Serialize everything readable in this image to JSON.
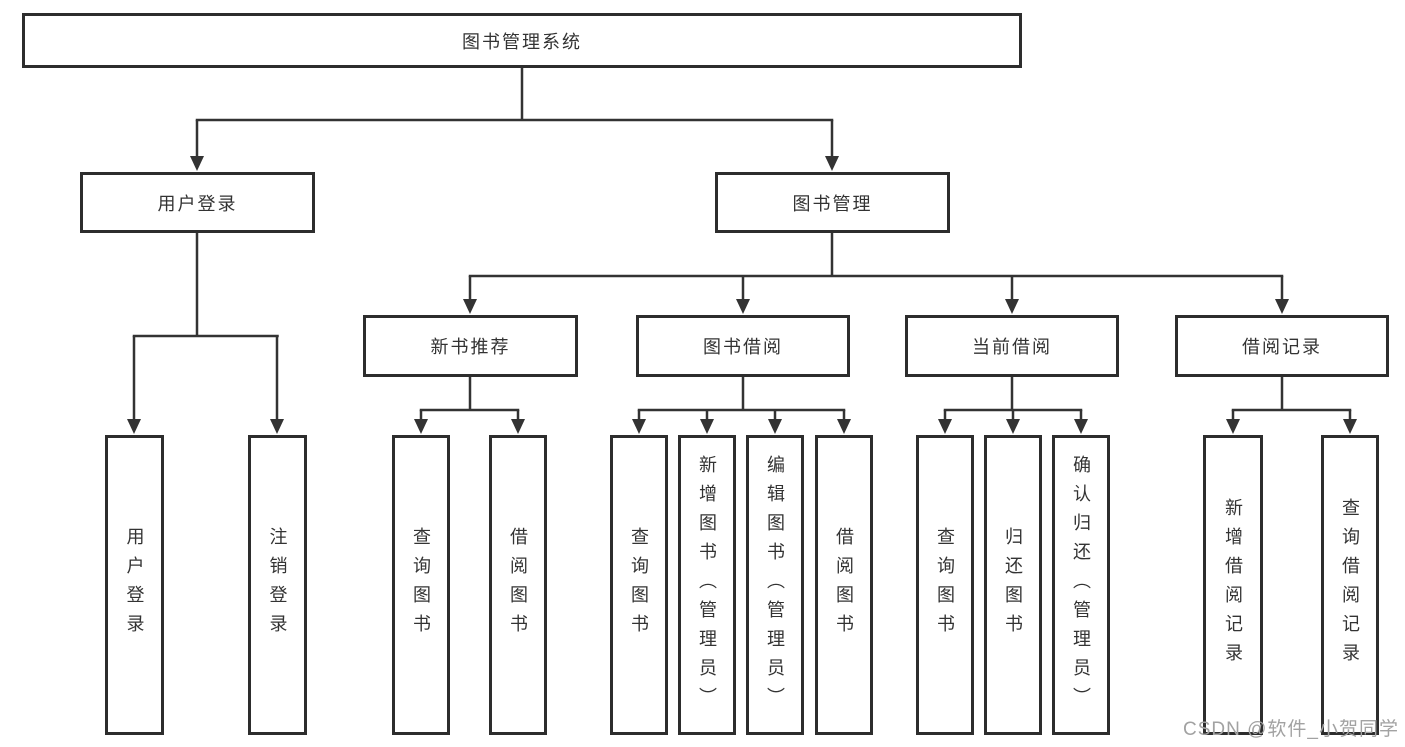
{
  "diagram": {
    "root": "图书管理系统",
    "user_login": {
      "label": "用户登录",
      "children": [
        "用户登录",
        "注销登录"
      ]
    },
    "book_mgmt": {
      "label": "图书管理"
    },
    "new_books": {
      "label": "新书推荐",
      "children": [
        "查询图书",
        "借阅图书"
      ]
    },
    "book_borrow": {
      "label": "图书借阅",
      "children": [
        "查询图书",
        "新增图书（管理员）",
        "编辑图书（管理员）",
        "借阅图书"
      ]
    },
    "current_borrow": {
      "label": "当前借阅",
      "children": [
        "查询图书",
        "归还图书",
        "确认归还（管理员）"
      ]
    },
    "borrow_records": {
      "label": "借阅记录",
      "children": [
        "新增借阅记录",
        "查询借阅记录"
      ]
    }
  },
  "colors": {
    "line": "#333333",
    "box_border": "#2d2d2d",
    "text": "#333333",
    "watermark_text": "#a2a2a2",
    "background": "#ffffff"
  },
  "watermark": "CSDN @软件_小贺同学"
}
